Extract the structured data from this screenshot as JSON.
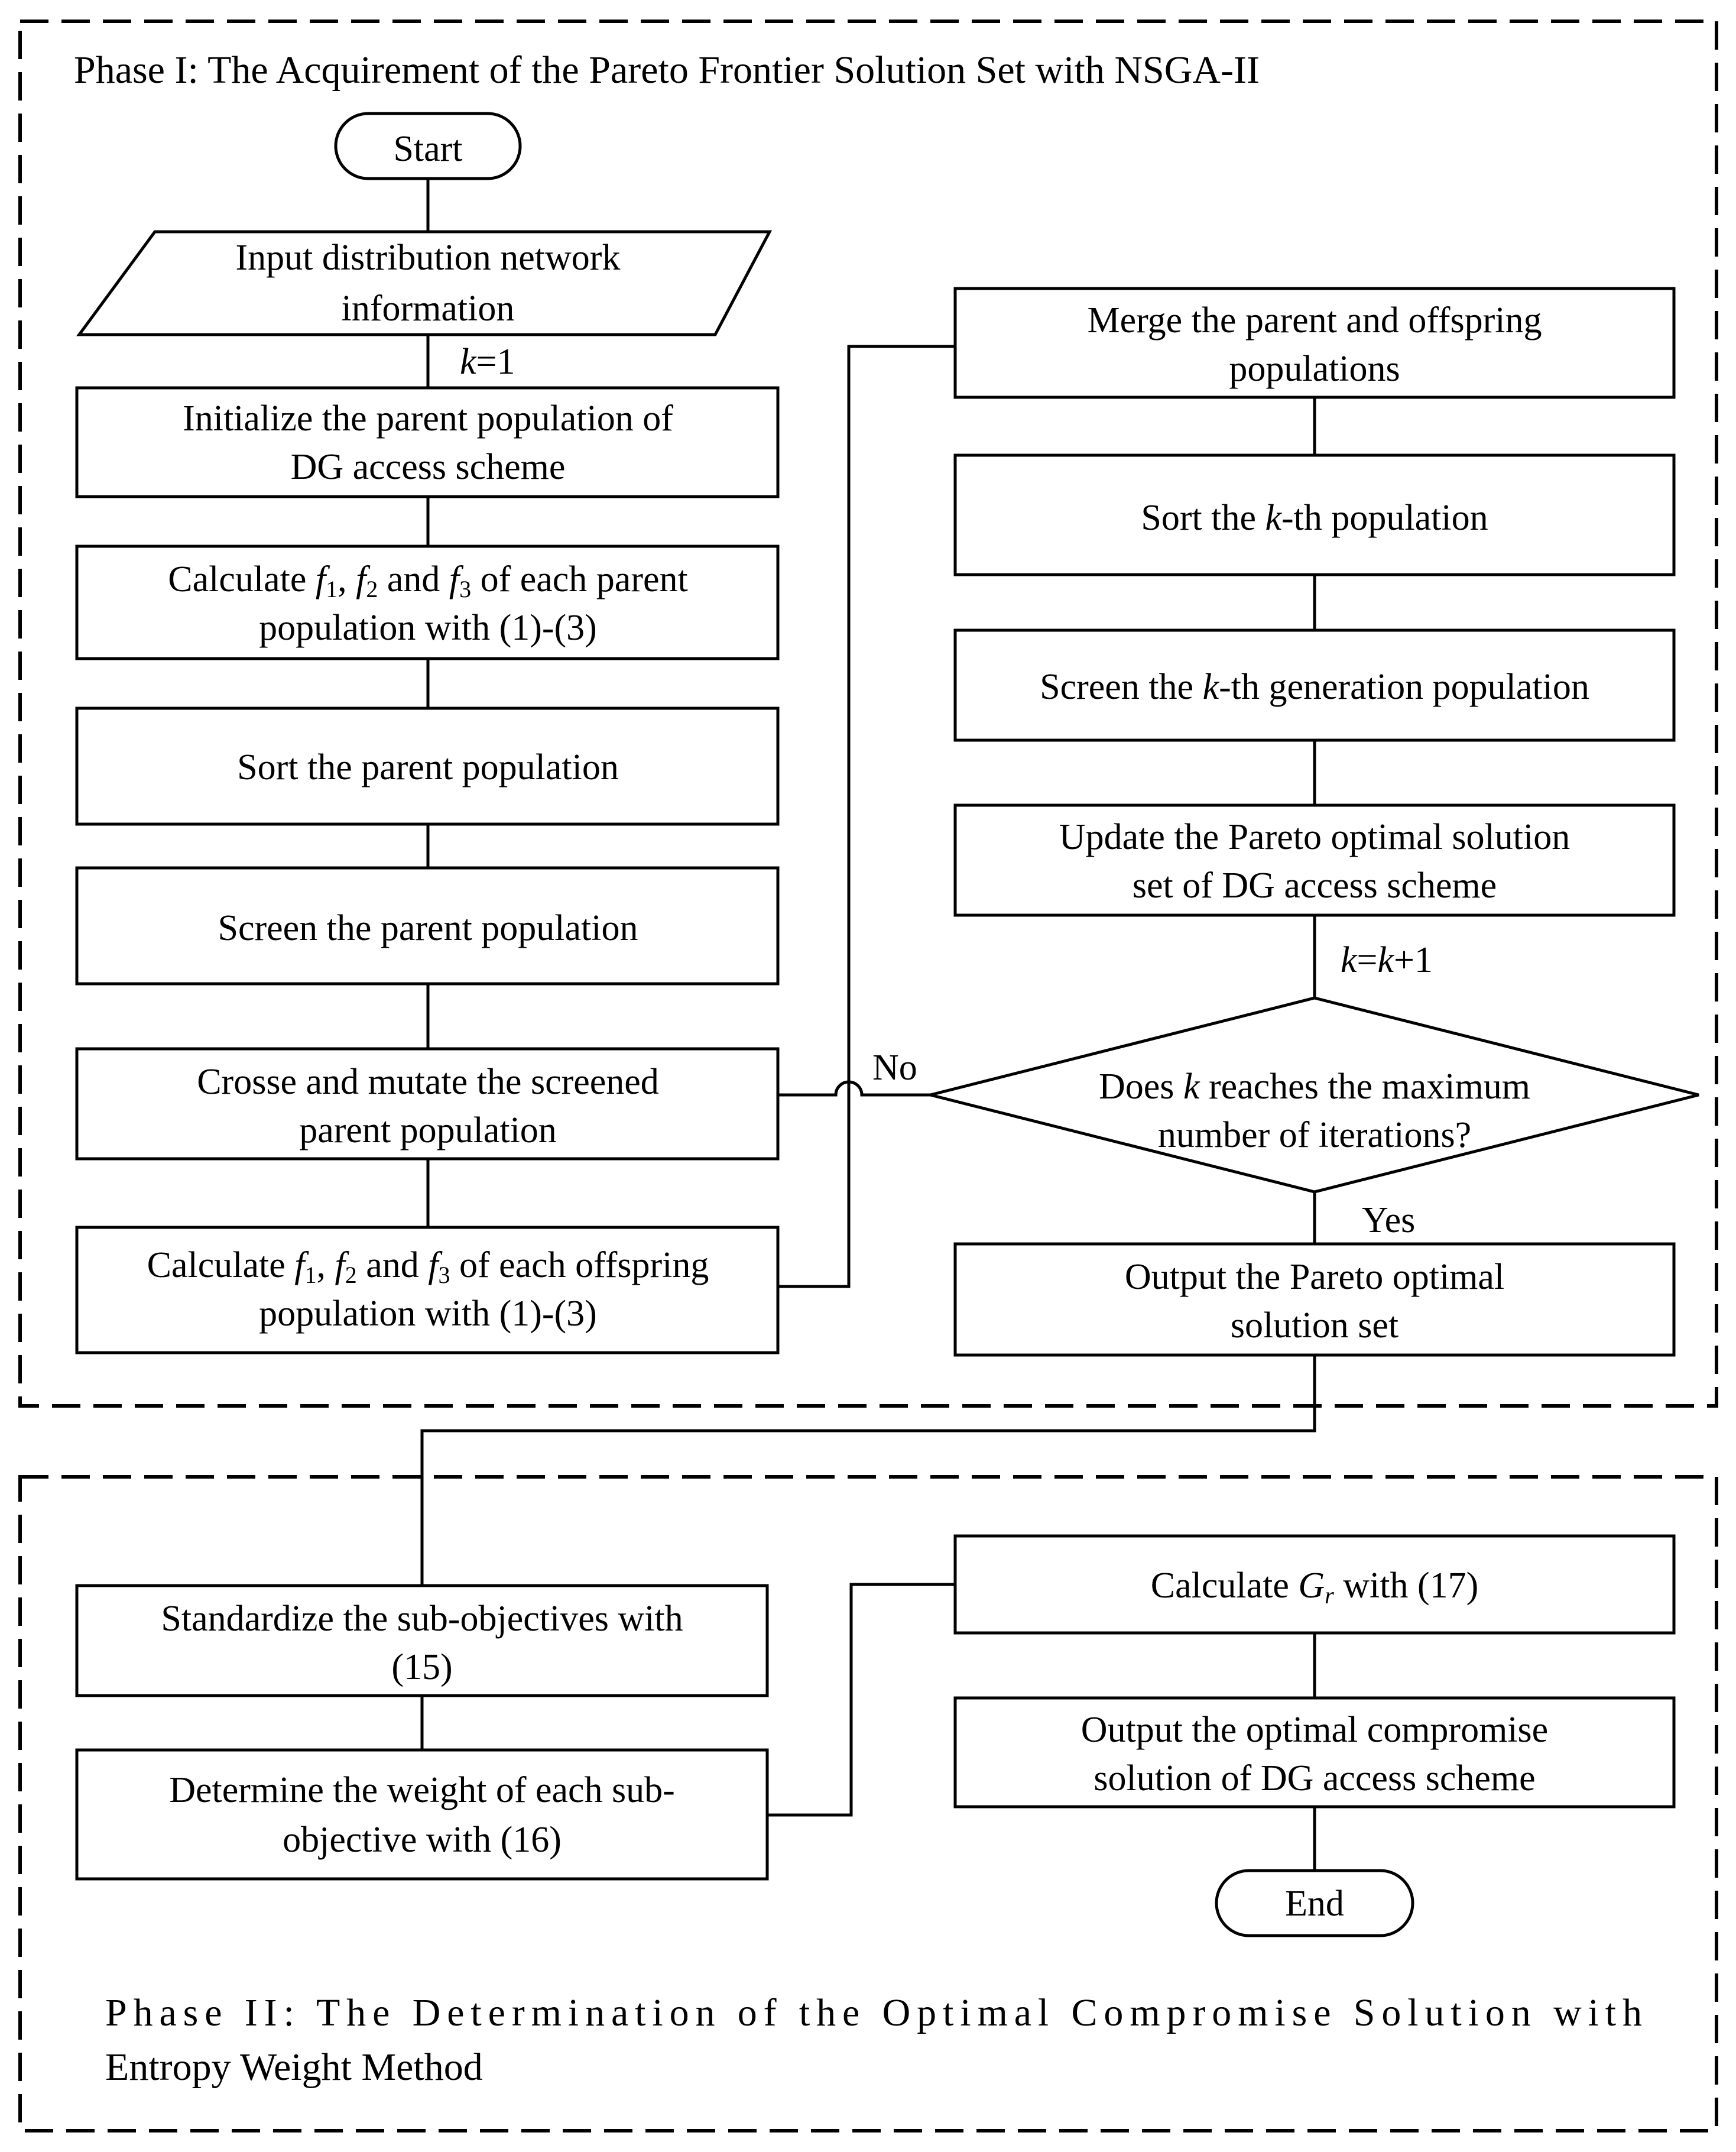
{
  "phase1": {
    "title": "Phase I: The Acquirement of the Pareto Frontier Solution Set with NSGA-II"
  },
  "phase2": {
    "title_line1": "Phase II: The Determination of the Optimal Compromise Solution with",
    "title_line2": "Entropy Weight Method"
  },
  "nodes": {
    "start": "Start",
    "input": [
      "Input  distribution network",
      "information"
    ],
    "init": [
      "Initialize the parent population of",
      "DG access scheme"
    ],
    "calc_parent": {
      "line1": [
        "Calculate ",
        "f",
        "1",
        ", ",
        "f",
        "2",
        " and ",
        "f",
        "3",
        " of each parent"
      ],
      "line2": "population with (1)-(3)"
    },
    "sort_parent": "Sort the parent population",
    "screen_parent": "Screen the parent population",
    "crossover": [
      "Crosse and mutate the screened",
      "parent population"
    ],
    "calc_offspring": {
      "line1": [
        "Calculate ",
        "f",
        "1",
        ", ",
        "f",
        "2",
        " and ",
        "f",
        "3",
        " of each offspring"
      ],
      "line2": "population with (1)-(3)"
    },
    "merge": [
      "Merge the parent and offspring",
      "populations"
    ],
    "sort_k": [
      "Sort the ",
      "k",
      "-th population"
    ],
    "screen_k": [
      "Screen the ",
      "k",
      "-th generation population"
    ],
    "update": [
      "Update the Pareto optimal solution",
      "set of DG access scheme"
    ],
    "decision": {
      "line1": [
        "Does ",
        "k",
        " reaches the maximum"
      ],
      "line2": "number of iterations?"
    },
    "output_pareto": [
      "Output the Pareto optimal",
      "solution set"
    ],
    "standardize": [
      "Standardize the sub-objectives with",
      "(15)"
    ],
    "weight": [
      "Determine the weight of each sub-",
      "objective with (16)"
    ],
    "calc_g": [
      "Calculate ",
      "G",
      "r",
      "  with (17)"
    ],
    "output_opt": [
      "Output the optimal compromise",
      "solution of DG access scheme"
    ],
    "end": "End"
  },
  "edge_labels": {
    "k_init": [
      "k",
      "=1"
    ],
    "k_inc": [
      "k",
      "=",
      "k",
      "+1"
    ],
    "no": "No",
    "yes": "Yes"
  }
}
